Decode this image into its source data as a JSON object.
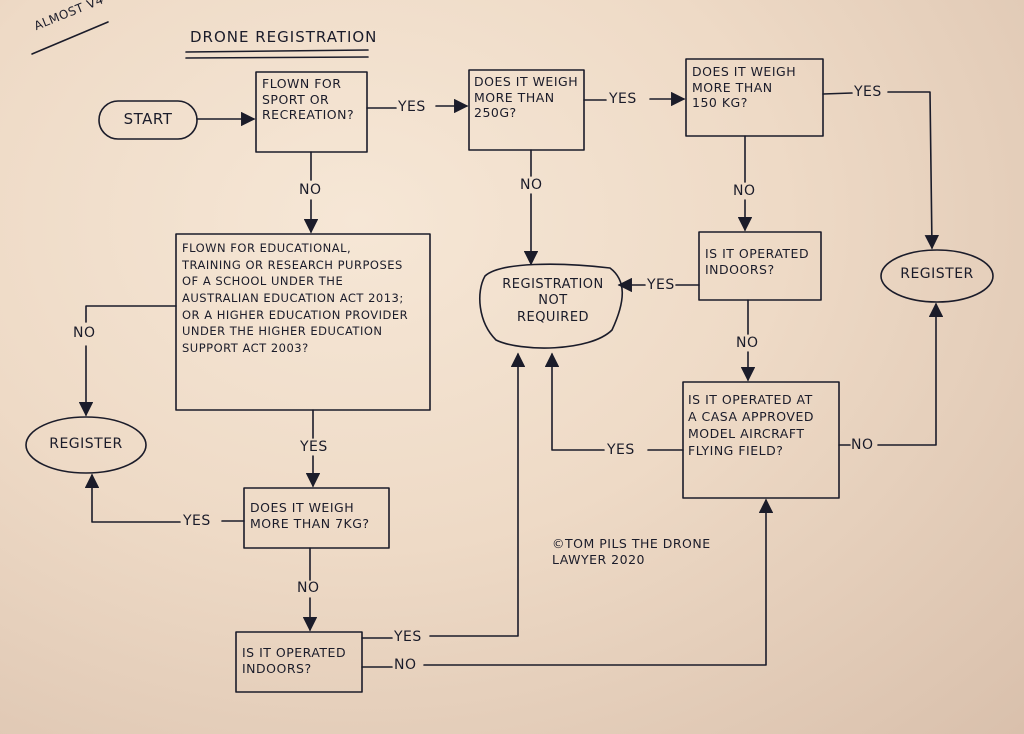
{
  "corner_note": "ALMOST V4",
  "title": "DRONE REGISTRATION",
  "copyright": "©TOM PILS THE DRONE\nLAWYER 2020",
  "nodes": {
    "start": "START",
    "sport": "FLOWN FOR\nSPORT OR\nRECREATION?",
    "w250": "DOES IT WEIGH\nMORE THAN\n250g?",
    "w150": "DOES IT WEIGH\nMORE THAN\n150 kg?",
    "register_right": "REGISTER",
    "edu": "FLOWN FOR EDUCATIONAL,\nTRAINING OR RESEARCH PURPOSES\nOF A SCHOOL UNDER THE\nAUSTRALIAN EDUCATION ACT 2013;\nOR A HIGHER EDUCATION PROVIDER\nUNDER THE HIGHER EDUCATION\nSUPPORT ACT 2003?",
    "not_required": "REGISTRATION\nNOT\nREQUIRED",
    "indoors_right": "IS IT OPERATED\nINDOORS?",
    "casa": "IS IT OPERATED AT\nA CASA APPROVED\nMODEL AIRCRAFT\nFLYING FIELD?",
    "register_left": "REGISTER",
    "w7": "DOES IT WEIGH\nMORE THAN 7kg?",
    "indoors_bottom": "IS IT OPERATED\nINDOORS?"
  },
  "edge_labels": {
    "yes": "YES",
    "no": "NO"
  }
}
